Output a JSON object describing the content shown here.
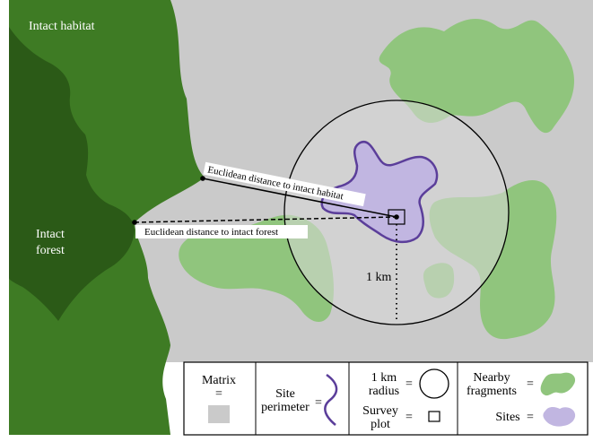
{
  "colors": {
    "matrix": "#cacaca",
    "intact_habitat": "#3e7b24",
    "intact_forest": "#2b5a17",
    "fragment": "#90c57d",
    "site_fill": "#c1b6e1",
    "site_stroke": "#5b3e9a",
    "radius_fill": "#d9d9d9",
    "legend_border": "#000000"
  },
  "map": {
    "intact_habitat_label": "Intact habitat",
    "intact_forest_label_line1": "Intact",
    "intact_forest_label_line2": "forest",
    "dist_habitat_label": "Euclidean distance to intact habitat",
    "dist_forest_label": "Euclidean distance to intact forest",
    "radius_label": "1 km"
  },
  "legend": {
    "matrix": {
      "line1": "Matrix",
      "line2": "="
    },
    "site_perimeter": {
      "line1": "Site",
      "line2": "perimeter",
      "eq": "="
    },
    "radius": {
      "line1": "1 km",
      "line2": "radius",
      "eq": "="
    },
    "survey_plot": {
      "line1": "Survey",
      "line2": "plot",
      "eq": "="
    },
    "fragments": {
      "line1": "Nearby",
      "line2": "fragments",
      "eq": "="
    },
    "sites": {
      "line1": "Sites",
      "eq": "="
    }
  }
}
